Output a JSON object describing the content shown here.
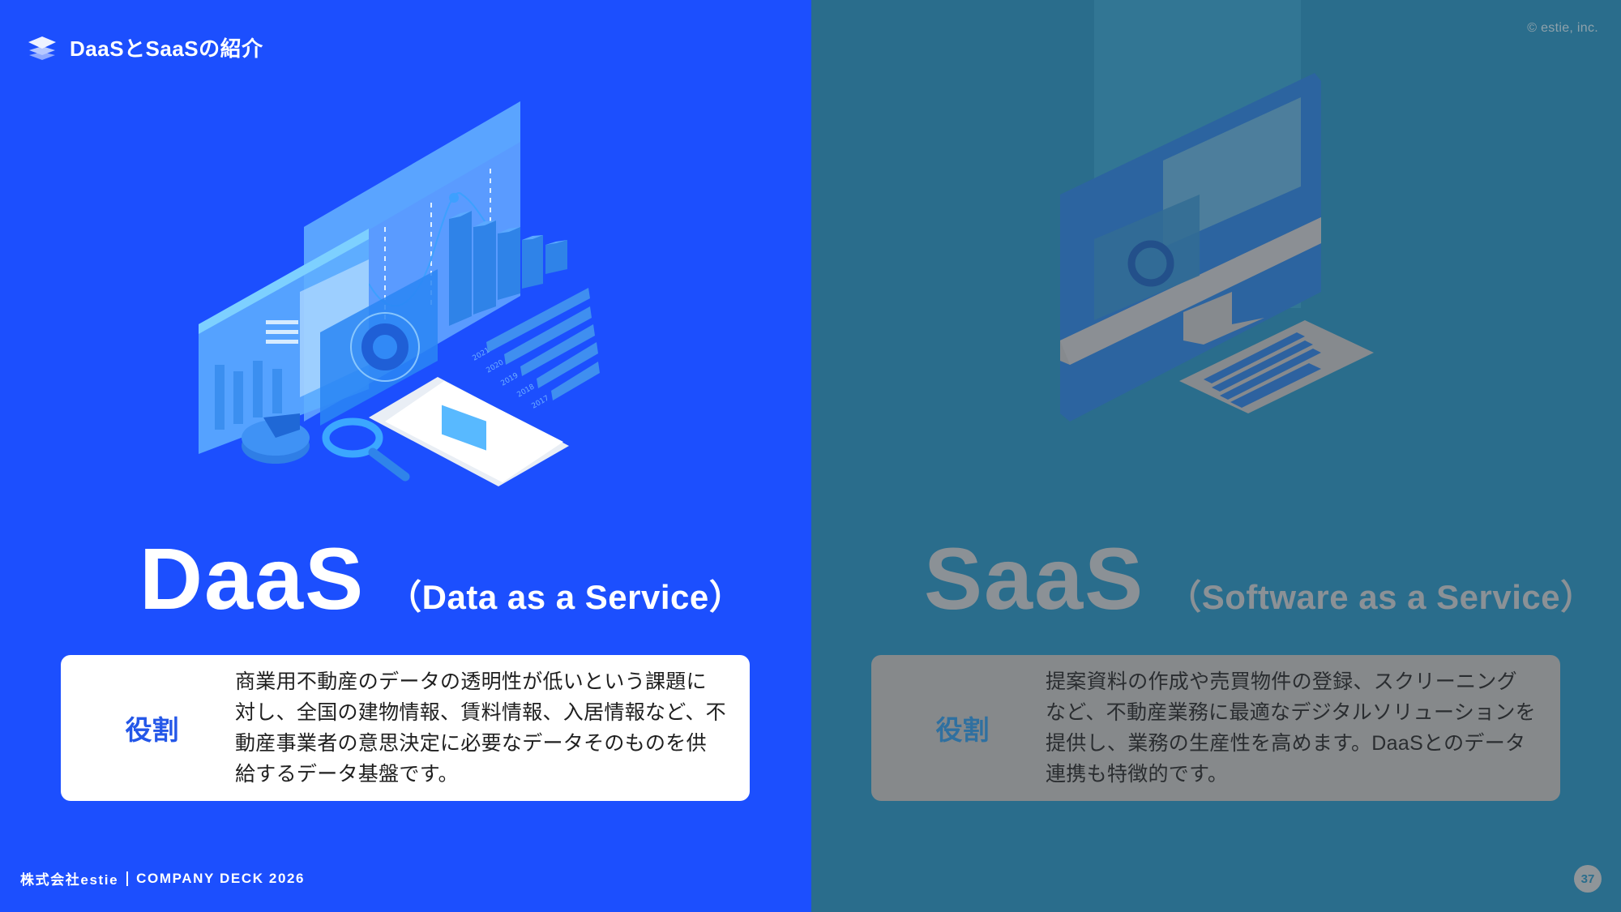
{
  "header": {
    "icon": "layers-icon",
    "title": "DaaSとSaaSの紹介"
  },
  "copyright": "© estie, inc.",
  "colors": {
    "daas_background": "#1c4ffe",
    "saas_background": "#2a6d8c",
    "daas_card": "#ffffff",
    "saas_card": "#86898b",
    "daas_role_label": "#2457e8",
    "saas_title": "#8b9196"
  },
  "daas": {
    "illustration": "data-dashboard-illustration",
    "title": "DaaS",
    "subtitle": "（Data as a Service）",
    "role_label": "役割",
    "description": "商業用不動産のデータの透明性が低いという課題に対し、全国の建物情報、賃料情報、入居情報など、不動産事業者の意思決定に必要なデータそのものを供給するデータ基盤です。",
    "illustration_year_labels": [
      "2021",
      "2020",
      "2019",
      "2018",
      "2017"
    ]
  },
  "saas": {
    "illustration": "desktop-computer-illustration",
    "title": "SaaS",
    "subtitle": "（Software as a Service）",
    "role_label": "役割",
    "description": "提案資料の作成や売買物件の登録、スクリーニングなど、不動産業務に最適なデジタルソリューションを提供し、業務の生産性を高めます。DaaSとのデータ連携も特徴的です。"
  },
  "footer": {
    "company": "株式会社estie",
    "deck": "COMPANY DECK 2026"
  },
  "page_number": "37"
}
